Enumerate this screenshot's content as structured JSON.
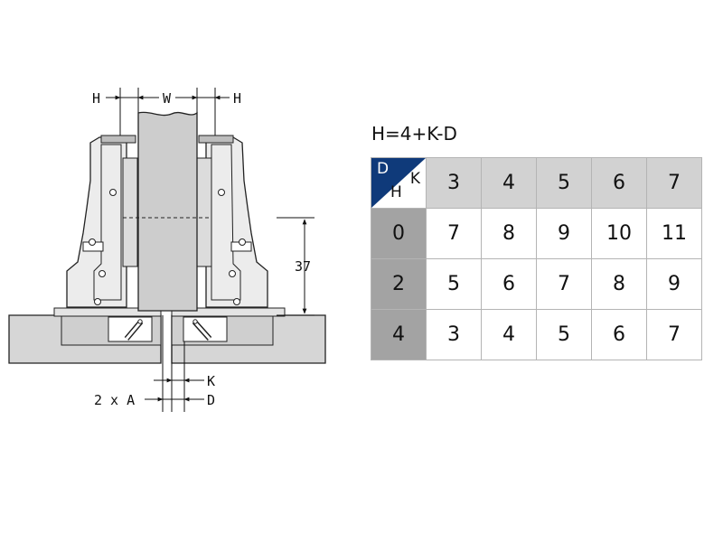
{
  "diagram": {
    "label_h_left": "H",
    "label_w": "W",
    "label_h_right": "H",
    "label_37": "37",
    "label_k": "K",
    "label_2xa": "2 x A",
    "label_d": "D"
  },
  "formula": "H=4+K-D",
  "table": {
    "corner": {
      "top": "D",
      "right": "K",
      "bottom": "H"
    },
    "k_values": [
      "3",
      "4",
      "5",
      "6",
      "7"
    ],
    "rows": [
      {
        "d": "0",
        "values": [
          "7",
          "8",
          "9",
          "10",
          "11"
        ]
      },
      {
        "d": "2",
        "values": [
          "5",
          "6",
          "7",
          "8",
          "9"
        ]
      },
      {
        "d": "4",
        "values": [
          "3",
          "4",
          "5",
          "6",
          "7"
        ]
      }
    ]
  },
  "colors": {
    "corner_blue": "#0f3a7a",
    "column_header": "#d2d2d2",
    "row_header": "#a3a3a3",
    "grid_line": "#b4b4b4",
    "drawing_fill": "#d6d6d6"
  }
}
